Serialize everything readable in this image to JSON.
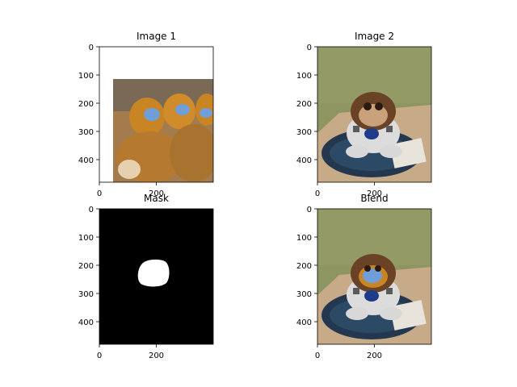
{
  "figure": {
    "panels": [
      {
        "title": "Image 1",
        "content": "monkeys-photo",
        "xticks": [
          "0",
          "200"
        ],
        "yticks": [
          "0",
          "100",
          "200",
          "300",
          "400"
        ]
      },
      {
        "title": "Image 2",
        "content": "plush-toy-photo",
        "xticks": [
          "0",
          "200"
        ],
        "yticks": [
          "0",
          "100",
          "200",
          "300",
          "400"
        ]
      },
      {
        "title": "Mask",
        "content": "binary-mask",
        "xticks": [
          "0",
          "200"
        ],
        "yticks": [
          "0",
          "100",
          "200",
          "300",
          "400"
        ]
      },
      {
        "title": "Blend",
        "content": "blended-photo",
        "xticks": [
          "0",
          "200"
        ],
        "yticks": [
          "0",
          "100",
          "200",
          "300",
          "400"
        ]
      }
    ]
  },
  "chart_data": [
    {
      "type": "image",
      "title": "Image 1",
      "xlim": [
        0,
        400
      ],
      "ylim": [
        480,
        0
      ],
      "xticks": [
        0,
        200
      ],
      "yticks": [
        0,
        100,
        200,
        300,
        400
      ],
      "content": "photo of golden snub-nosed monkeys, placed in lower-right of white canvas"
    },
    {
      "type": "image",
      "title": "Image 2",
      "xlim": [
        0,
        400
      ],
      "ylim": [
        480,
        0
      ],
      "xticks": [
        0,
        200
      ],
      "yticks": [
        0,
        100,
        200,
        300,
        400
      ],
      "content": "photo of monkey plush toy in astronaut suit on a mat"
    },
    {
      "type": "image",
      "title": "Mask",
      "xlim": [
        0,
        400
      ],
      "ylim": [
        480,
        0
      ],
      "xticks": [
        0,
        200
      ],
      "yticks": [
        0,
        100,
        200,
        300,
        400
      ],
      "content": "black background with white blob mask"
    },
    {
      "type": "image",
      "title": "Blend",
      "xlim": [
        0,
        400
      ],
      "ylim": [
        480,
        0
      ],
      "xticks": [
        0,
        200
      ],
      "yticks": [
        0,
        100,
        200,
        300,
        400
      ],
      "content": "plush toy photo with monkey face blended into the mask region"
    }
  ],
  "colors": {
    "mask_background": "#000000",
    "mask_blob": "#ffffff",
    "wall": "#8e9560",
    "desk": "#c7ab88",
    "mat": "#23384f",
    "monkey_fur": "#c98424",
    "monkey_face": "#6f9ed8",
    "plush_brown": "#6a4326"
  }
}
